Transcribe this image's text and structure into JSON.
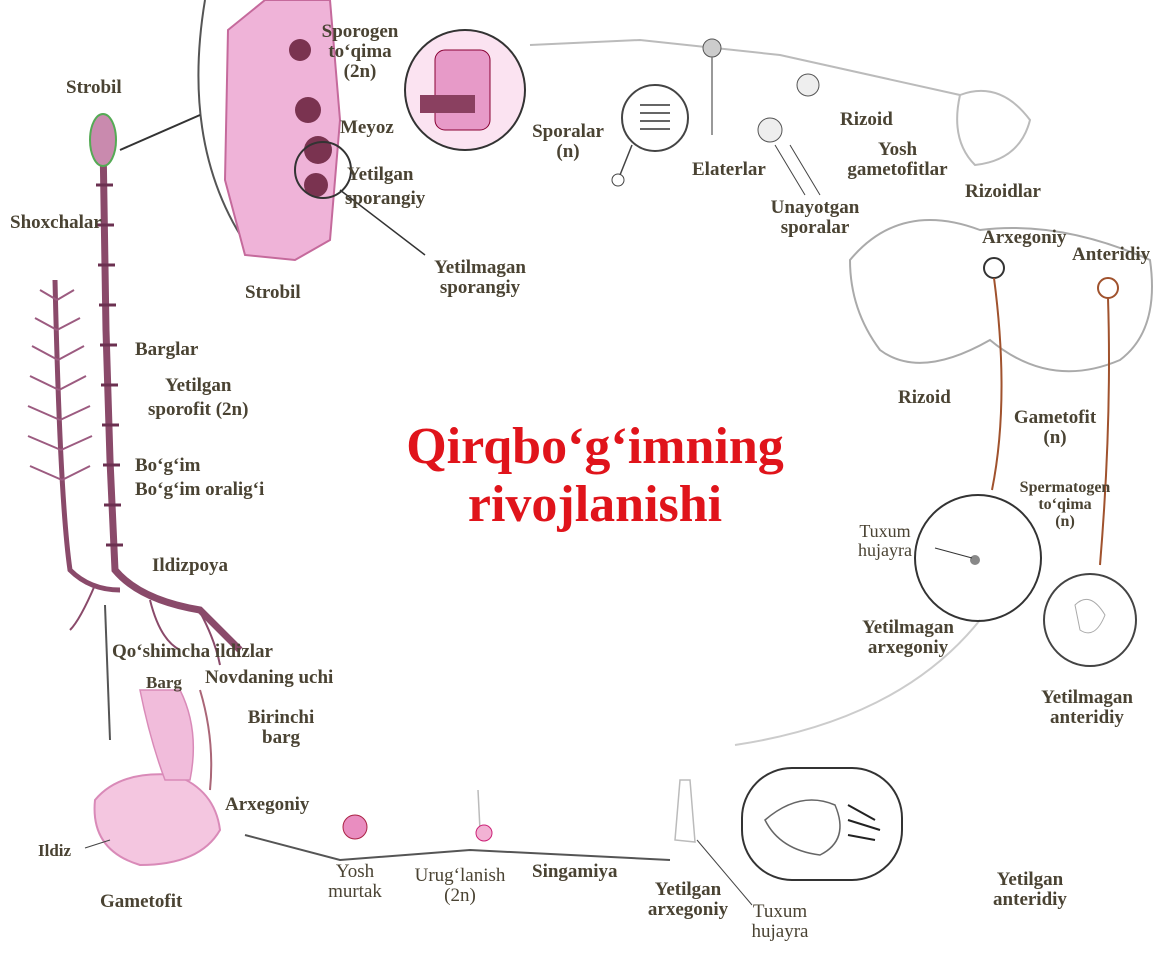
{
  "title": {
    "line1": "Qirqbo‘g‘imning",
    "line2": "rivojlanishi"
  },
  "colors": {
    "title": "#e0141b",
    "label": "#4a4333",
    "strobil_pink": "#e9a6cf",
    "stem": "#8a4a6a"
  },
  "labels": {
    "strobil_top": "Strobil",
    "shoxchalar": "Shoxchalar",
    "barglar": "Barglar",
    "yetilgan_sporofit_1": "Yetilgan",
    "yetilgan_sporofit_2": "sporofit  (2n)",
    "bogim": "Bo‘g‘im",
    "bogim_oraligi": "Bo‘g‘im oralig‘i",
    "ildizpoya": "Ildizpoya",
    "qoshimcha_ildizlar": "Qo‘shimcha ildizlar",
    "barg": "Barg",
    "novdaning_uchi": "Novdaning uchi",
    "birinchi_barg_1": "Birinchi",
    "birinchi_barg_2": "barg",
    "ildiz": "Ildiz",
    "gametofit_bottom": "Gametofit",
    "strobil_bottom": "Strobil",
    "sporogen_1": "Sporogen",
    "sporogen_2": "to‘qima",
    "sporogen_3": "(2n)",
    "meyoz": "Meyoz",
    "yetilgan_sporangiy_1": "Yetilgan",
    "yetilgan_sporangiy_2": "sporangiy",
    "yetilmagan_sporangiy_1": "Yetilmagan",
    "yetilmagan_sporangiy_2": "sporangiy",
    "sporalar_1": "Sporalar",
    "sporalar_2": "(n)",
    "elaterlar": "Elaterlar",
    "unayotgan_1": "Unayotgan",
    "unayotgan_2": "sporalar",
    "rizoid_top": "Rizoid",
    "yosh_gametofitlar_1": "Yosh",
    "yosh_gametofitlar_2": "gametofitlar",
    "rizoidlar": "Rizoidlar",
    "arxegoniy_top": "Arxegoniy",
    "anteridiy_top": "Anteridiy",
    "rizoid_mid": "Rizoid",
    "gametofit_n_1": "Gametofit",
    "gametofit_n_2": "(n)",
    "spermatogen_1": "Spermatogen",
    "spermatogen_2": "to‘qima",
    "spermatogen_3": "(n)",
    "tuxum_hujayra_1": "Tuxum",
    "tuxum_hujayra_2": "hujayra",
    "yetilmagan_arxegoniy_1": "Yetilmagan",
    "yetilmagan_arxegoniy_2": "arxegoniy",
    "yetilmagan_anteridiy_1": "Yetilmagan",
    "yetilmagan_anteridiy_2": "anteridiy",
    "yetilgan_anteridiy_1": "Yetilgan",
    "yetilgan_anteridiy_2": "anteridiy",
    "tuxum_bottom_1": "Tuxum",
    "tuxum_bottom_2": "hujayra",
    "yetilgan_arxegoniy_1": "Yetilgan",
    "yetilgan_arxegoniy_2": "arxegoniy",
    "singamiya": "Singamiya",
    "uruglanish_1": "Urug‘lanish",
    "uruglanish_2": "(2n)",
    "yosh_murtak_1": "Yosh",
    "yosh_murtak_2": "murtak",
    "arxegoniy_bottom": "Arxegoniy"
  }
}
